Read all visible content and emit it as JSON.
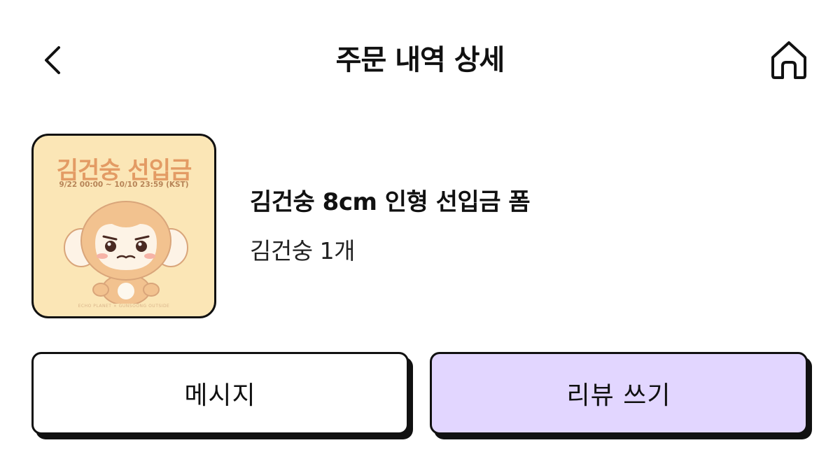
{
  "header": {
    "title": "주문 내역 상세",
    "back_icon": "chevron-left-icon",
    "home_icon": "home-icon"
  },
  "product": {
    "image": {
      "title": "김건숭 선입금",
      "date_range": "9/22 00:00 ~ 10/10 23:59 (KST)",
      "credit": "ECHO PLANET × GUNSOONG OUTSIDE",
      "colors": {
        "background": "#fbe6b6",
        "title": "#e39b64"
      }
    },
    "name": "김건숭 8cm 인형 선입금 폼",
    "option": "김건숭 1개"
  },
  "actions": {
    "message_label": "메시지",
    "review_label": "리뷰 쓰기"
  },
  "colors": {
    "accent": "#e2d6ff",
    "border": "#111111"
  }
}
